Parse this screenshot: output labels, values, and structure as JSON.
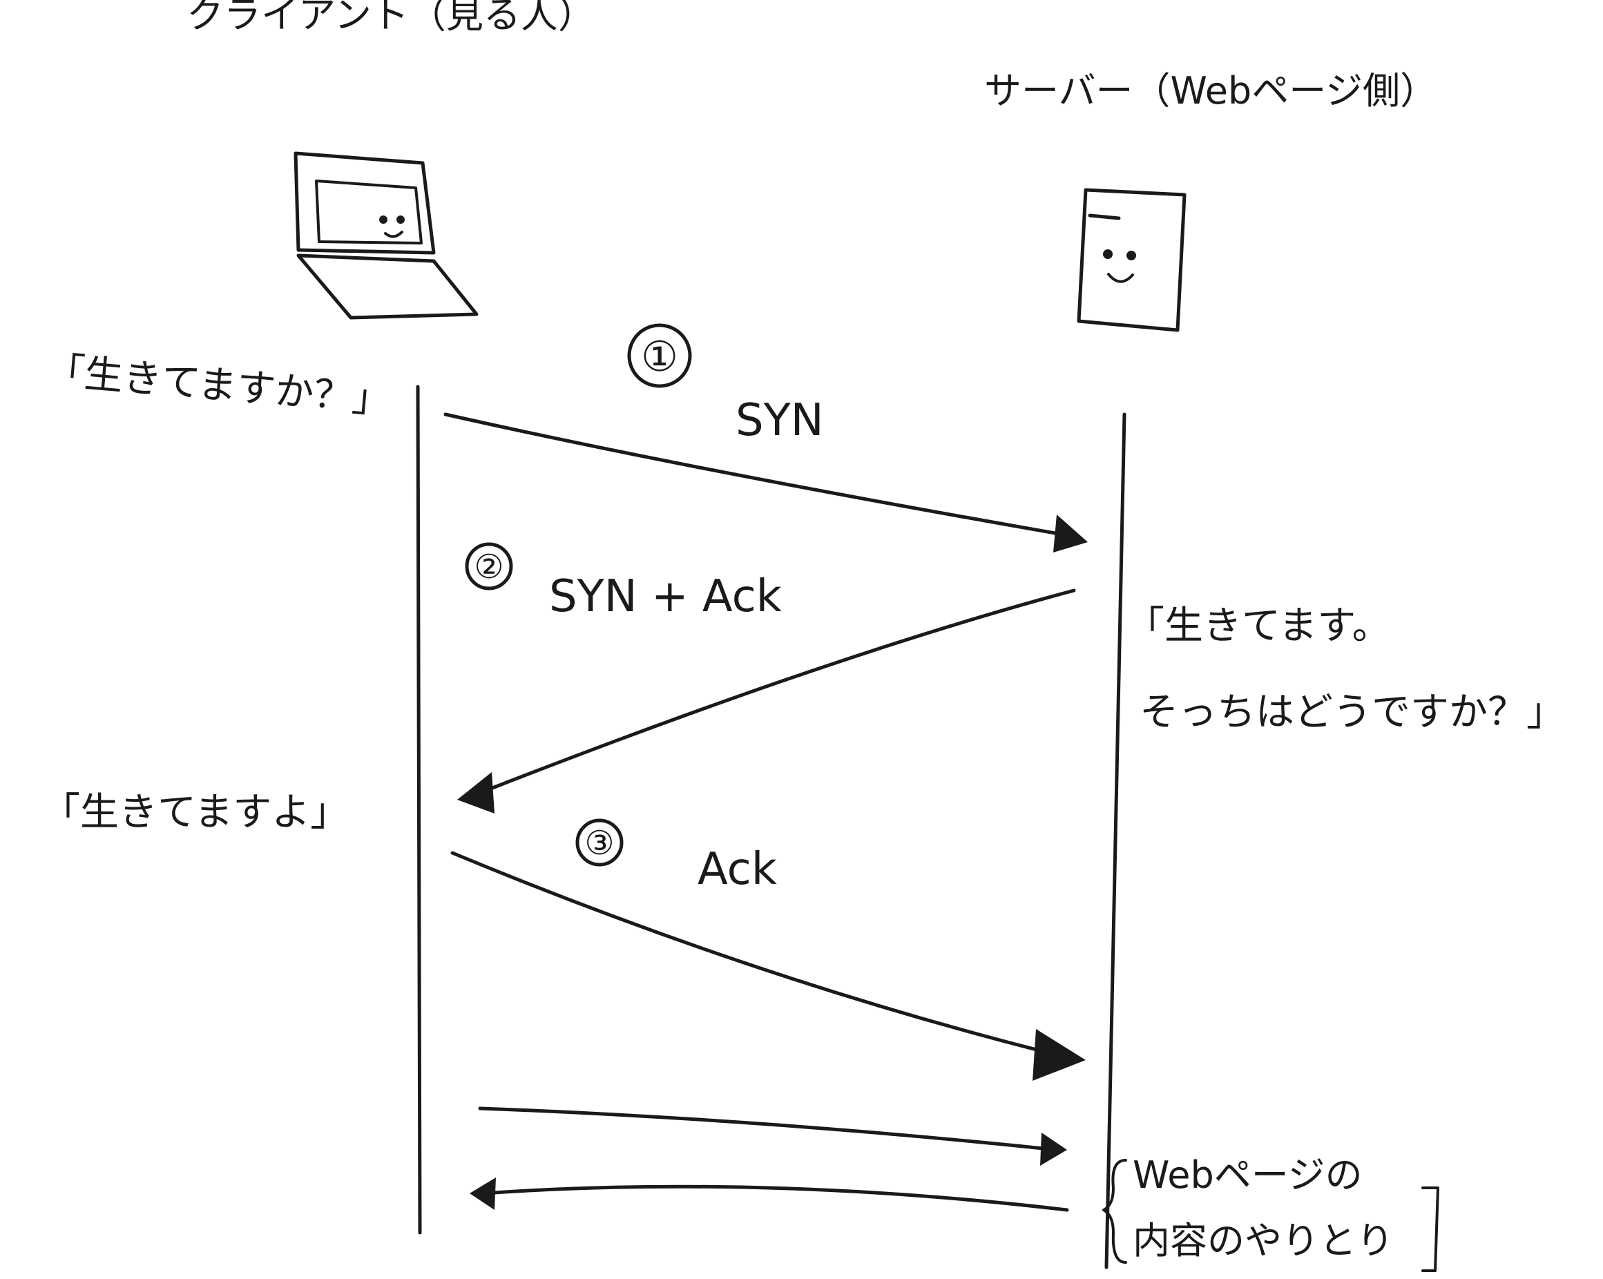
{
  "header": {
    "client_label": "クライアント（見る人）",
    "server_label": "サーバー（Webページ側）"
  },
  "steps": [
    {
      "number": "①",
      "label": "SYN"
    },
    {
      "number": "②",
      "label": "SYN + Ack"
    },
    {
      "number": "③",
      "label": "Ack"
    }
  ],
  "speech": {
    "client_ask": "「生きてますか？」",
    "server_reply_line1": "「生きてます。",
    "server_reply_line2": "そっちはどうですか？」",
    "client_reply": "「生きてますよ」"
  },
  "exchange": {
    "line1": "Webページの",
    "line2": "内容のやりとり"
  },
  "icons": {
    "client": "laptop-icon",
    "server": "server-icon"
  },
  "colors": {
    "ink": "#1a1a1a",
    "paper": "#ffffff"
  }
}
